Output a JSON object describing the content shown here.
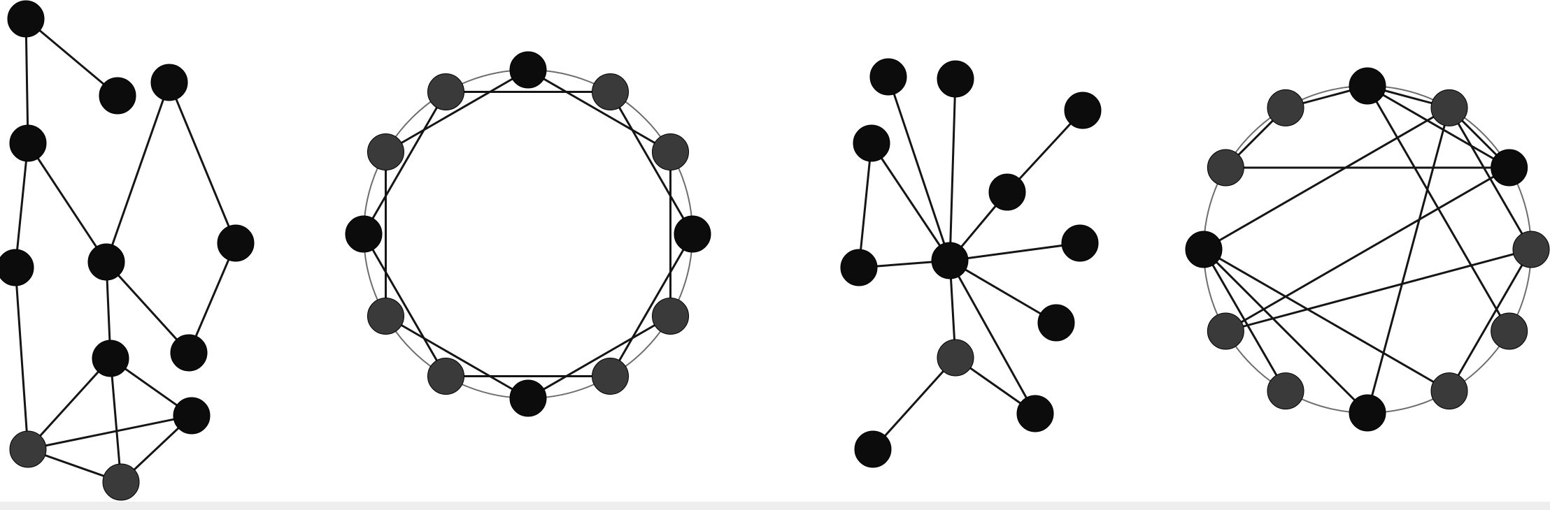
{
  "colors": {
    "background": "#ffffff",
    "edge": "#151515",
    "node_dark": "#0c0c0c",
    "node_grey": "#3a3a3a",
    "ring": "#6d6d6d",
    "strip": "#eeeeee"
  },
  "graphs": [
    {
      "name": "irregular-graph",
      "nodes": [
        {
          "id": "n1",
          "shade": "dark"
        },
        {
          "id": "n2",
          "shade": "dark"
        },
        {
          "id": "n3",
          "shade": "dark"
        },
        {
          "id": "n4",
          "shade": "dark"
        },
        {
          "id": "n5",
          "shade": "dark"
        },
        {
          "id": "n6",
          "shade": "dark"
        },
        {
          "id": "n7",
          "shade": "dark"
        },
        {
          "id": "n8",
          "shade": "dark"
        },
        {
          "id": "n9",
          "shade": "dark"
        },
        {
          "id": "n10",
          "shade": "dark"
        },
        {
          "id": "n11",
          "shade": "grey"
        },
        {
          "id": "n12",
          "shade": "grey"
        }
      ],
      "edges": [
        [
          "n1",
          "n2"
        ],
        [
          "n1",
          "n4"
        ],
        [
          "n4",
          "n6"
        ],
        [
          "n4",
          "n5"
        ],
        [
          "n5",
          "n11"
        ],
        [
          "n6",
          "n3"
        ],
        [
          "n6",
          "n8"
        ],
        [
          "n6",
          "n9"
        ],
        [
          "n3",
          "n7"
        ],
        [
          "n7",
          "n8"
        ],
        [
          "n9",
          "n11"
        ],
        [
          "n9",
          "n10"
        ],
        [
          "n9",
          "n12"
        ],
        [
          "n11",
          "n10"
        ],
        [
          "n11",
          "n12"
        ],
        [
          "n10",
          "n12"
        ]
      ]
    },
    {
      "name": "ring-lattice-graph",
      "has_ring": true,
      "node_shades": [
        "dark",
        "grey",
        "grey",
        "dark",
        "grey",
        "grey",
        "dark",
        "grey",
        "grey",
        "dark",
        "grey",
        "grey"
      ],
      "lattice_neighbors": 2
    },
    {
      "name": "star-graph",
      "nodes": [
        {
          "id": "hub",
          "shade": "dark"
        },
        {
          "id": "s1",
          "shade": "dark"
        },
        {
          "id": "s2",
          "shade": "dark"
        },
        {
          "id": "s3",
          "shade": "dark"
        },
        {
          "id": "s4",
          "shade": "dark"
        },
        {
          "id": "s5",
          "shade": "dark"
        },
        {
          "id": "s6",
          "shade": "dark"
        },
        {
          "id": "s7",
          "shade": "dark"
        },
        {
          "id": "s8",
          "shade": "dark"
        },
        {
          "id": "s9",
          "shade": "dark"
        },
        {
          "id": "s10",
          "shade": "grey"
        },
        {
          "id": "s11",
          "shade": "dark"
        },
        {
          "id": "s12",
          "shade": "dark"
        }
      ],
      "edges": [
        [
          "hub",
          "s1"
        ],
        [
          "hub",
          "s2"
        ],
        [
          "hub",
          "s4"
        ],
        [
          "hub",
          "s5"
        ],
        [
          "hub",
          "s6"
        ],
        [
          "hub",
          "s7"
        ],
        [
          "hub",
          "s8"
        ],
        [
          "hub",
          "s10"
        ],
        [
          "hub",
          "s11"
        ],
        [
          "s3",
          "s5"
        ],
        [
          "s4",
          "s6"
        ],
        [
          "s10",
          "s11"
        ],
        [
          "s10",
          "s12"
        ]
      ]
    },
    {
      "name": "random-rewired-graph",
      "has_ring": true,
      "node_shades": [
        "dark",
        "grey",
        "dark",
        "grey",
        "grey",
        "grey",
        "dark",
        "grey",
        "grey",
        "dark",
        "grey",
        "grey"
      ],
      "edges": [
        [
          0,
          1
        ],
        [
          0,
          2
        ],
        [
          0,
          4
        ],
        [
          0,
          11
        ],
        [
          1,
          2
        ],
        [
          1,
          3
        ],
        [
          1,
          6
        ],
        [
          1,
          9
        ],
        [
          2,
          8
        ],
        [
          2,
          10
        ],
        [
          3,
          5
        ],
        [
          3,
          8
        ],
        [
          5,
          9
        ],
        [
          6,
          9
        ],
        [
          7,
          9
        ],
        [
          10,
          11
        ]
      ]
    }
  ]
}
